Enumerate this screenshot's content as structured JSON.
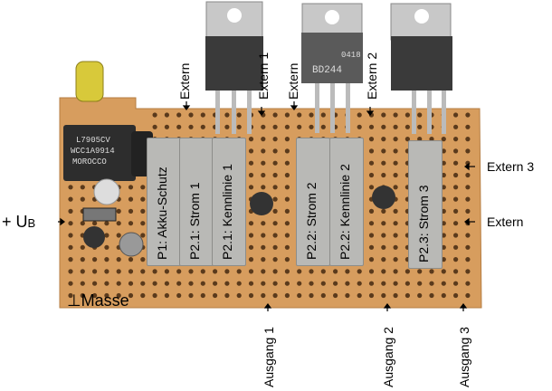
{
  "labels": {
    "extern_a": "Extern",
    "extern_1": "Extern 1",
    "extern_b": "Extern",
    "extern_2": "Extern 2",
    "extern_3": "Extern 3",
    "extern_c": "Extern",
    "supply": "+ U",
    "supply_sub": "B",
    "ground": "⊥Masse",
    "ausgang_1": "Ausgang 1",
    "ausgang_2": "Ausgang 2",
    "ausgang_3": "Ausgang 3"
  },
  "pots": [
    "P1: Akku-Schutz",
    "P2.1: Strom 1",
    "P2.1: Kennlinie 1",
    "P2.2: Strom 2",
    "P2.2: Kennlinie 2",
    "P2.3: Strom 3"
  ],
  "regulator": {
    "line1": "L7905CV",
    "line2": "WCC1A9914",
    "line3": "MOROCCO"
  },
  "transistor": {
    "code": "0418",
    "type": "BD244"
  },
  "colors": {
    "board": "#d79d5e",
    "hole": "#5a3a1c",
    "pot": "#b9b9b6"
  }
}
